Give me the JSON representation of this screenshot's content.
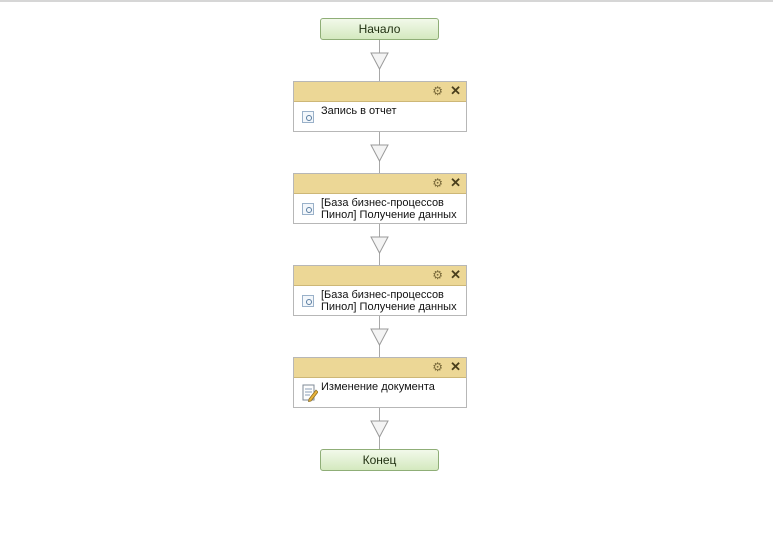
{
  "diagram": {
    "start_label": "Начало",
    "end_label": "Конец",
    "activities": [
      {
        "label": "Запись в отчет",
        "icon": "activity-icon"
      },
      {
        "label": "[База бизнес-процессов Пинол] Получение данных",
        "icon": "activity-icon"
      },
      {
        "label": "[База бизнес-процессов Пинол] Получение данных",
        "icon": "activity-icon"
      },
      {
        "label": "Изменение документа",
        "icon": "document-edit-icon"
      }
    ],
    "gear_glyph": "⚙",
    "close_glyph": "✕"
  }
}
